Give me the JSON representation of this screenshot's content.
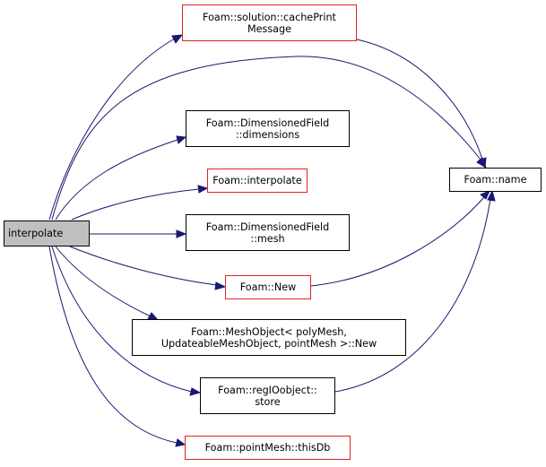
{
  "diagram": {
    "edge_color": "#191970",
    "border_colors": {
      "linked": "#e0231e",
      "default": "#000000"
    },
    "current_fill": "#bfbfbf",
    "nodes": {
      "interpolate": {
        "lines": [
          "interpolate"
        ]
      },
      "cache_print": {
        "lines": [
          "Foam::solution::cachePrint",
          "Message"
        ]
      },
      "dimensions": {
        "lines": [
          "Foam::DimensionedField",
          "::dimensions"
        ]
      },
      "foam_interpolate": {
        "lines": [
          "Foam::interpolate"
        ]
      },
      "df_mesh": {
        "lines": [
          "Foam::DimensionedField",
          "::mesh"
        ]
      },
      "foam_new": {
        "lines": [
          "Foam::New"
        ]
      },
      "meshobject_new": {
        "lines": [
          "Foam::MeshObject< polyMesh,",
          "UpdateableMeshObject, pointMesh >::New"
        ]
      },
      "store": {
        "lines": [
          "Foam::regIOobject::",
          "store"
        ]
      },
      "thisdb": {
        "lines": [
          "Foam::pointMesh::thisDb"
        ]
      },
      "name": {
        "lines": [
          "Foam::name"
        ]
      }
    },
    "edges": [
      [
        "interpolate",
        "cache_print"
      ],
      [
        "interpolate",
        "name"
      ],
      [
        "interpolate",
        "dimensions"
      ],
      [
        "interpolate",
        "foam_interpolate"
      ],
      [
        "interpolate",
        "df_mesh"
      ],
      [
        "interpolate",
        "foam_new"
      ],
      [
        "interpolate",
        "meshobject_new"
      ],
      [
        "interpolate",
        "store"
      ],
      [
        "interpolate",
        "thisdb"
      ],
      [
        "cache_print",
        "name"
      ],
      [
        "foam_new",
        "name"
      ],
      [
        "store",
        "name"
      ]
    ]
  }
}
